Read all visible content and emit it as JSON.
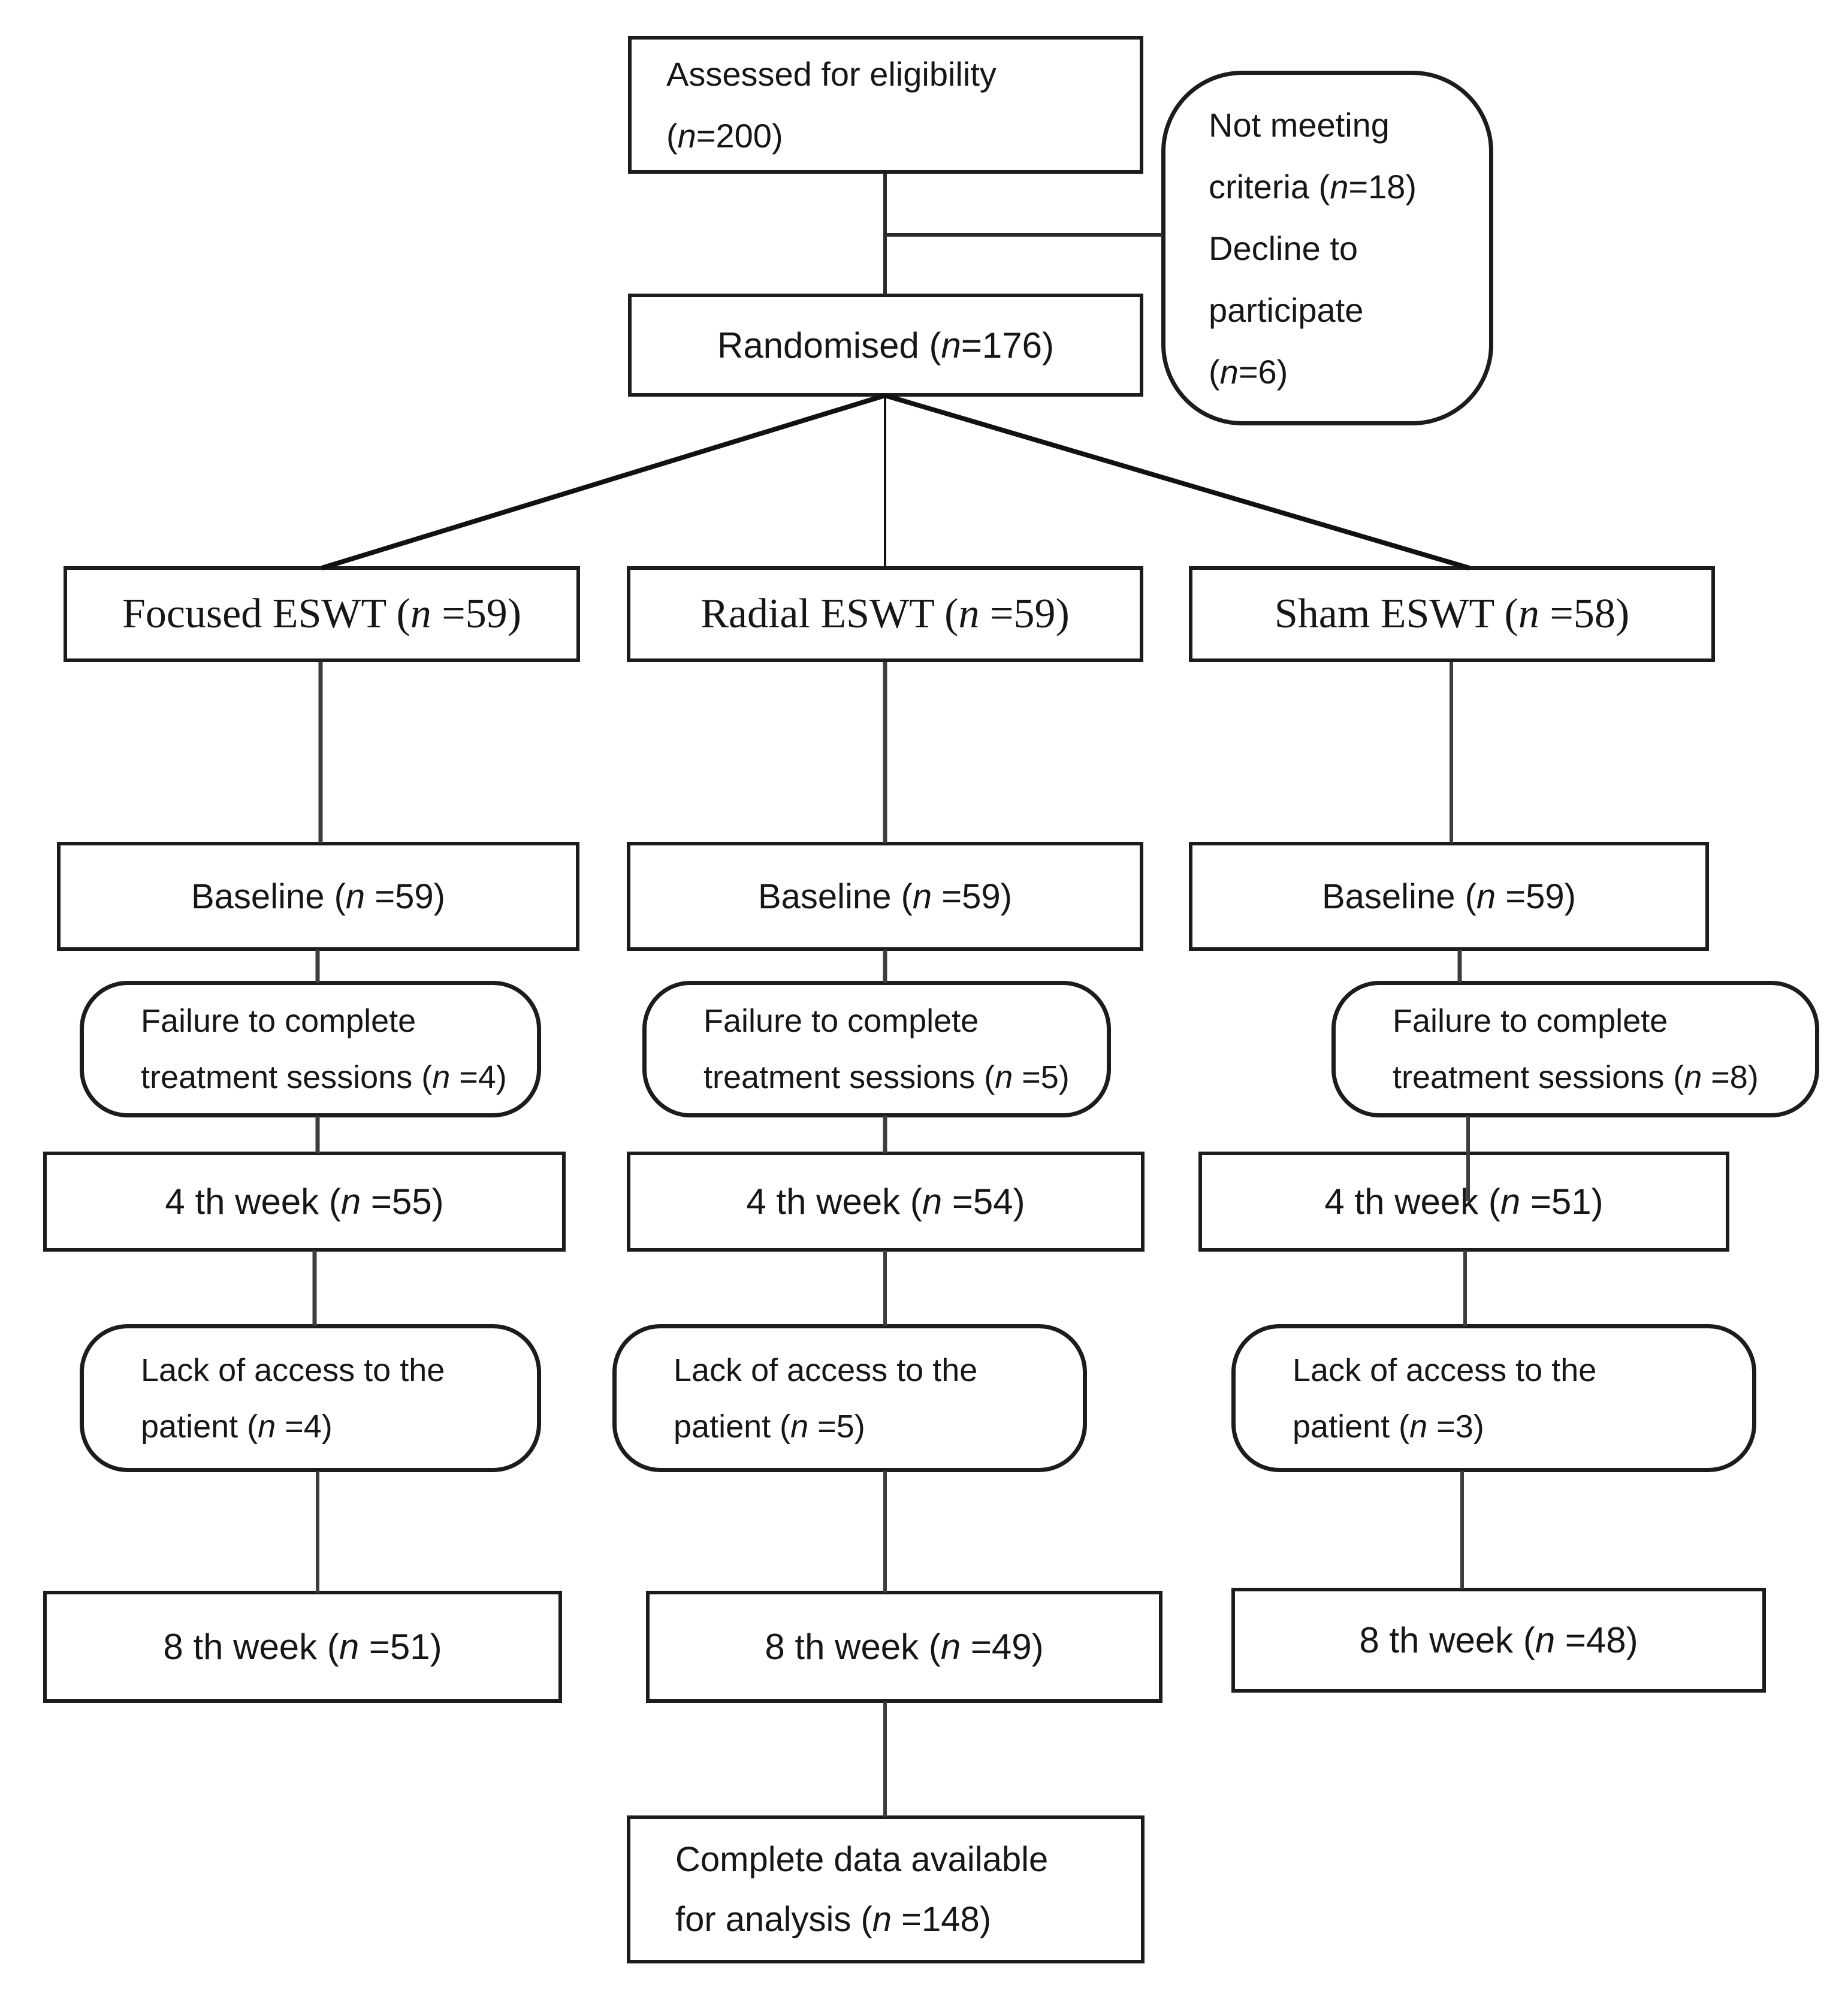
{
  "colors": {
    "background": "#ffffff",
    "text": "#161616",
    "border": "#1c1c1c",
    "connector": "#3d3d3d",
    "fan_line": "#111111"
  },
  "top": {
    "assessed_lines": [
      "Assessed for eligibility",
      "(n=200)"
    ],
    "exclusion_lines": [
      "Not meeting",
      "criteria (n=18)",
      "Decline to",
      "participate",
      "(n=6)"
    ],
    "randomised": "Randomised (n=176)"
  },
  "arms": [
    {
      "header": "Focused ESWT (n =59)",
      "baseline": "Baseline (n =59)",
      "failure_lines": [
        "Failure to complete",
        "treatment sessions (n =4)"
      ],
      "week4": "4 th week (n =55)",
      "lack_lines": [
        "Lack of access to the",
        "patient (n =4)"
      ],
      "week8": "8 th week (n =51)"
    },
    {
      "header": "Radial ESWT (n =59)",
      "baseline": "Baseline (n =59)",
      "failure_lines": [
        "Failure to complete",
        "treatment sessions (n =5)"
      ],
      "week4": "4 th week (n =54)",
      "lack_lines": [
        "Lack of access to the",
        "patient (n =5)"
      ],
      "week8": "8 th week (n =49)"
    },
    {
      "header": "Sham ESWT (n =58)",
      "baseline": "Baseline (n =59)",
      "failure_lines": [
        "Failure to complete",
        "treatment sessions (n =8)"
      ],
      "week4": "4 th week (n =51)",
      "lack_lines": [
        "Lack of access to the",
        "patient (n =3)"
      ],
      "week8": "8 th week (n =48)"
    }
  ],
  "final": {
    "complete_lines": [
      "Complete data available",
      "for analysis (n =148)"
    ]
  }
}
